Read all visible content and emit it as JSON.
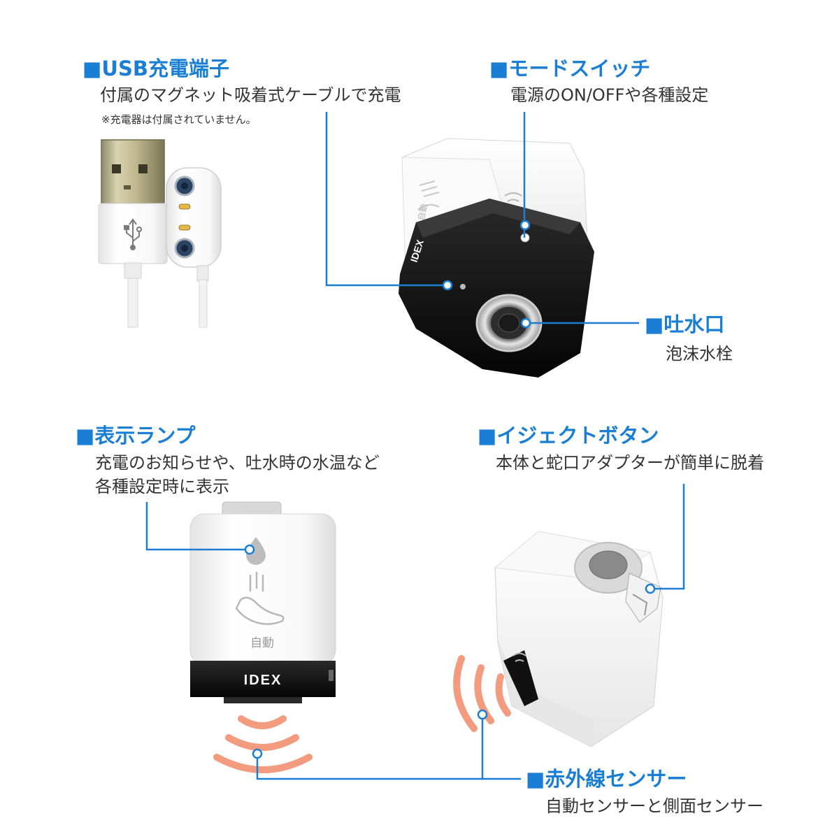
{
  "labels": {
    "usb": {
      "heading": "■USB充電端子",
      "desc": "付属のマグネット吸着式ケーブルで充電",
      "note": "※充電器は付属されていません。"
    },
    "mode": {
      "heading": "■モードスイッチ",
      "desc": "電源のON/OFFや各種設定"
    },
    "outlet": {
      "heading": "■吐水口",
      "desc": "泡沫水栓"
    },
    "lamp": {
      "heading": "■表示ランプ",
      "desc_line1": "充電のお知らせや、吐水時の水温など",
      "desc_line2": "各種設定時に表示"
    },
    "eject": {
      "heading": "■イジェクトボタン",
      "desc": "本体と蛇口アダプターが簡単に脱着"
    },
    "sensor": {
      "heading": "■赤外線センサー",
      "desc": "自動センサーと側面センサー"
    }
  },
  "product": {
    "brand": "IDEX",
    "auto_label": "自動"
  },
  "colors": {
    "accent": "#1a7fd4",
    "text": "#333333",
    "sensor_wave": "#f07a55",
    "device_body": "#f4f4f4",
    "device_base": "#111111"
  },
  "icons": [
    "usb-icon",
    "water-drop-icon",
    "hand-wave-icon"
  ]
}
